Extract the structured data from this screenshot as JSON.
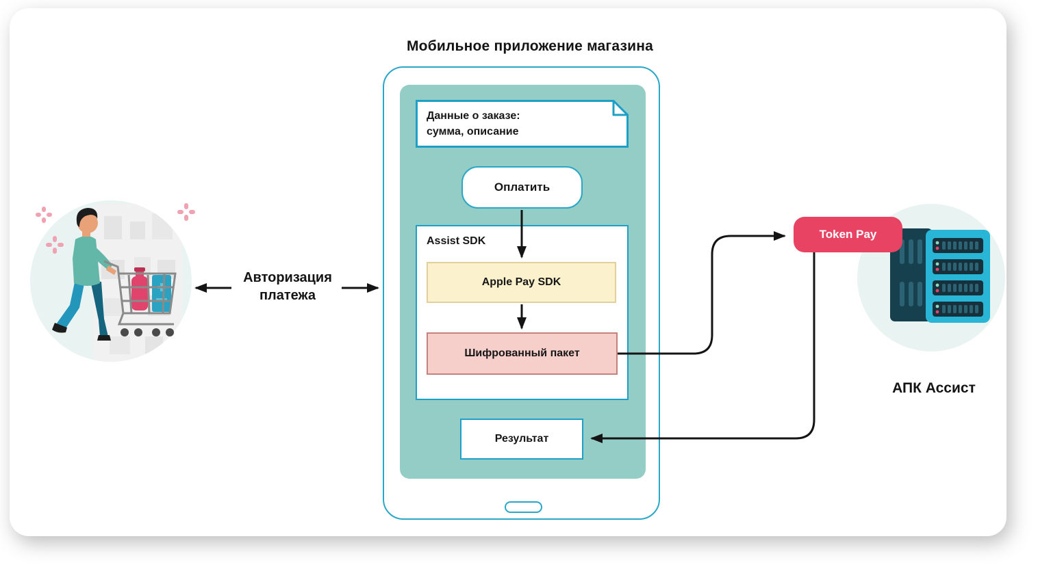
{
  "title": "Мобильное приложение магазина",
  "phone": {
    "order_box": {
      "line1": "Данные о заказе:",
      "line2": "сумма, описание"
    },
    "pay_button_label": "Оплатить",
    "sdk_label": "Assist SDK",
    "apple_pay_label": "Apple Pay SDK",
    "encrypted_packet_label": "Шифрованный пакет",
    "result_label": "Результат"
  },
  "left_side": {
    "auth_line1": "Авторизация",
    "auth_line2": "платежа"
  },
  "right_side": {
    "token_badge_label": "Token Pay",
    "server_label": "АПК Ассист"
  },
  "icons": {
    "person_cart": "customer-with-shopping-cart-illustration",
    "server": "server-rack-illustration",
    "document": "document-folded-corner-shape",
    "home_pill": "phone-home-button"
  },
  "colors": {
    "phone_border": "#2AA6C7",
    "box_border_cyan": "#1E9FC5",
    "screen_teal": "#93CDC5",
    "yellow_fill": "#FBF1CC",
    "yellow_border": "#E2CF9B",
    "pink_fill": "#F6CFCA",
    "pink_border": "#C5827D",
    "token_pink": "#E94364",
    "mint_circle": "#E9F4F2",
    "arrow_black": "#141414"
  }
}
